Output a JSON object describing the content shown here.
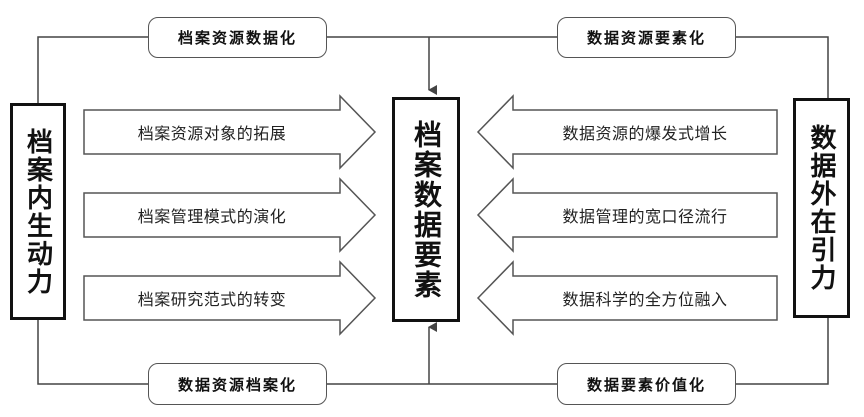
{
  "top_left_pill": "档案资源数据化",
  "top_right_pill": "数据资源要素化",
  "bottom_left_pill": "数据资源档案化",
  "bottom_right_pill": "数据要素价值化",
  "left_box": "档案内生动力",
  "center_box": "档案数据要素",
  "right_box": "数据外在引力",
  "left_arrows": [
    "档案资源对象的拓展",
    "档案管理模式的演化",
    "档案研究范式的转变"
  ],
  "right_arrows": [
    "数据资源的爆发式增长",
    "数据管理的宽口径流行",
    "数据科学的全方位融入"
  ],
  "colors": {
    "line": "#444444",
    "arrow_stroke": "#555555",
    "arrow_fill": "#ffffff",
    "box_border": "#111111"
  }
}
